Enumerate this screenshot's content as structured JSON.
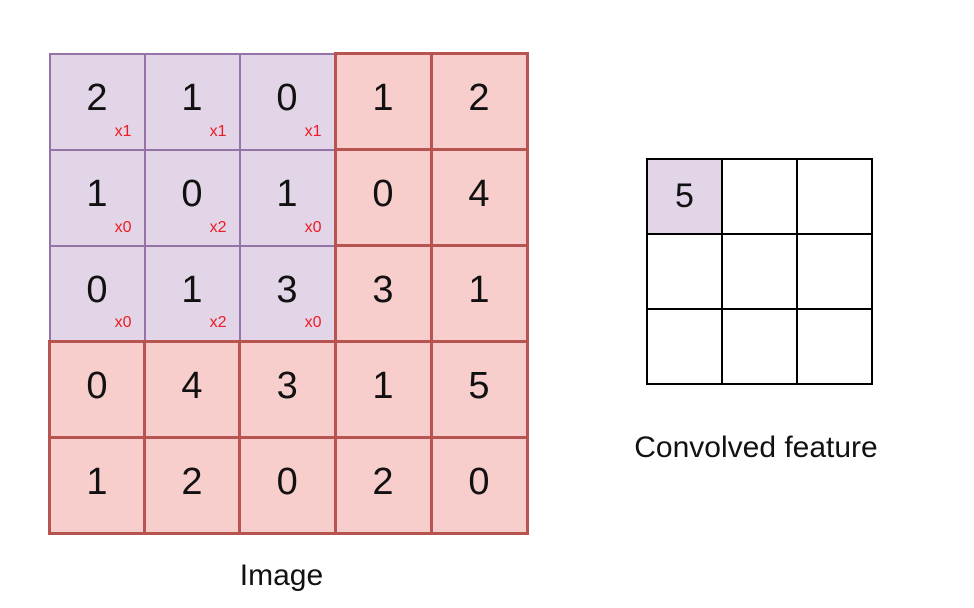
{
  "image_grid": {
    "label": "Image",
    "rows": 5,
    "cols": 5,
    "values": [
      [
        "2",
        "1",
        "0",
        "1",
        "2"
      ],
      [
        "1",
        "0",
        "1",
        "0",
        "4"
      ],
      [
        "0",
        "1",
        "3",
        "3",
        "1"
      ],
      [
        "0",
        "4",
        "3",
        "1",
        "5"
      ],
      [
        "1",
        "2",
        "0",
        "2",
        "0"
      ]
    ],
    "kernel_overlay": {
      "rows": 3,
      "cols": 3,
      "multiplier_labels": [
        [
          "x1",
          "x1",
          "x1"
        ],
        [
          "x0",
          "x2",
          "x0"
        ],
        [
          "x0",
          "x2",
          "x0"
        ]
      ]
    }
  },
  "convolved_grid": {
    "label": "Convolved feature",
    "rows": 3,
    "cols": 3,
    "values": [
      [
        "5",
        "",
        ""
      ],
      [
        "",
        "",
        ""
      ],
      [
        "",
        "",
        ""
      ]
    ],
    "highlight_cells": [
      [
        0,
        0
      ]
    ]
  },
  "colors": {
    "purple_fill": "#E1D5E7",
    "purple_stroke": "#9673A6",
    "pink_fill": "#F8CECC",
    "pink_stroke": "#B85450",
    "kernel_label": "#ED1C24",
    "output_stroke": "#000000",
    "text": "#111111"
  }
}
